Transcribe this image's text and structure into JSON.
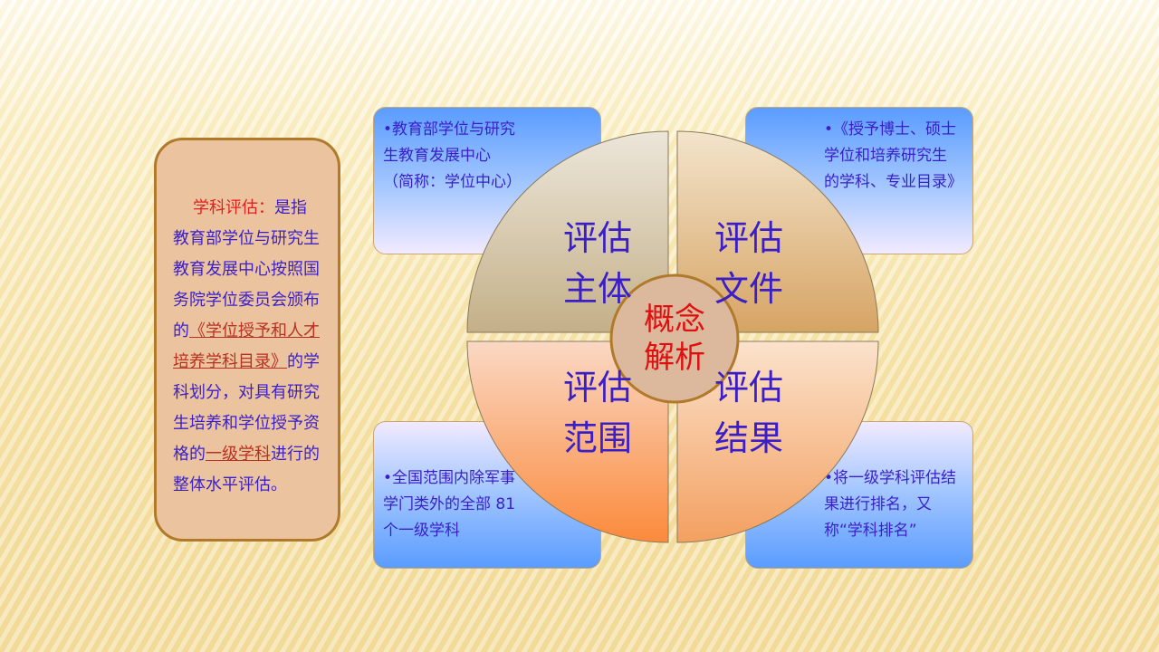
{
  "definition": {
    "term": "学科评估",
    "colon": "：",
    "before_link": "是指教育部学位与研究生教育发展中心按照国务院学位委员会颁布的",
    "link1": "《学位授予和人才培养学科目录》",
    "mid": "的学科划分，对具有研究生培养和学位授予资格的",
    "link2": "一级学科",
    "after": "进行的整体水平评估。"
  },
  "boxes": {
    "subject": "教育部学位与研究生教育发展中心（简称：学位中心）",
    "document": "《授予博士、硕士学位和培养研究生的学科、专业目录》",
    "scope": "全国范围内除军事学门类外的全部 81 个一级学科",
    "result": "将一级学科评估结果进行排名，又称“学科排名”"
  },
  "quadrants": {
    "tl": [
      "评估",
      "主体"
    ],
    "tr": [
      "评估",
      "文件"
    ],
    "bl": [
      "评估",
      "范围"
    ],
    "br": [
      "评估",
      "结果"
    ]
  },
  "center": [
    "概念",
    "解析"
  ],
  "bullet": "•"
}
